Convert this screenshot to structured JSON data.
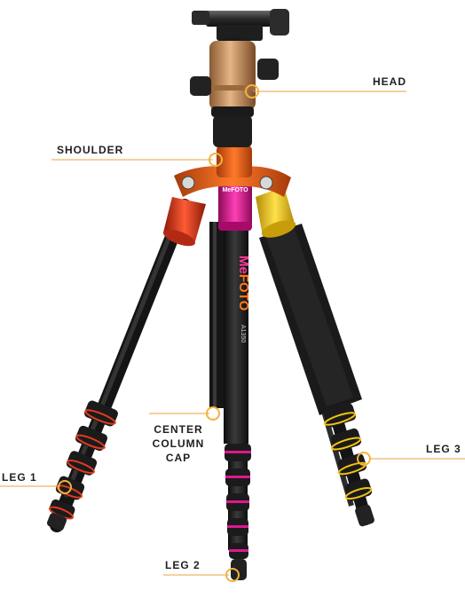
{
  "labels": {
    "head": "HEAD",
    "shoulder": "SHOULDER",
    "center_column_cap": [
      "CENTER",
      "COLUMN",
      "CAP"
    ],
    "leg1": "LEG 1",
    "leg2": "LEG 2",
    "leg3": "LEG 3"
  },
  "product": {
    "brand_prefix": "Me",
    "brand_suffix": "FOTO",
    "model": "A1350"
  },
  "colors": {
    "callout_line": "#e8a33a",
    "marker_ring": "#f2b23f",
    "head_bronze": "#c9915c",
    "shoulder_orange": "#e85f1a",
    "leg1_accent": "#e23a1f",
    "leg2_accent": "#e0168f",
    "leg3_accent": "#f2c40f",
    "tube_dark": "#1c1c1c"
  }
}
